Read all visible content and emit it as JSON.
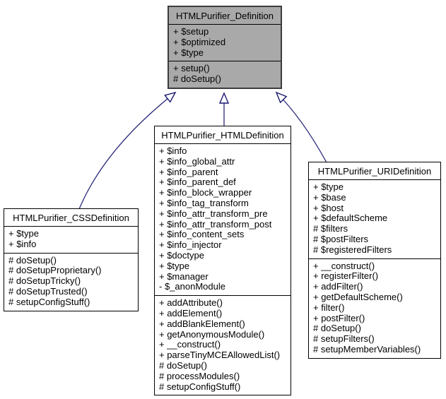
{
  "diagram": {
    "kind": "uml-class-inheritance",
    "colors": {
      "arrow": "#191970",
      "highlight_fill": "#A9A9A9",
      "highlight_border": "#3C3C3C",
      "box_fill": "#FFFFFF",
      "box_border": "#000000"
    },
    "classes": [
      {
        "name": "HTMLPurifier_Definition",
        "highlighted": true,
        "attributes": [
          "+ $setup",
          "+ $optimized",
          "+ $type"
        ],
        "methods": [
          "+ setup()",
          "# doSetup()"
        ]
      },
      {
        "name": "HTMLPurifier_CSSDefinition",
        "highlighted": false,
        "attributes": [
          "+ $type",
          "+ $info"
        ],
        "methods": [
          "# doSetup()",
          "# doSetupProprietary()",
          "# doSetupTricky()",
          "# doSetupTrusted()",
          "# setupConfigStuff()"
        ]
      },
      {
        "name": "HTMLPurifier_HTMLDefinition",
        "highlighted": false,
        "attributes": [
          "+ $info",
          "+ $info_global_attr",
          "+ $info_parent",
          "+ $info_parent_def",
          "+ $info_block_wrapper",
          "+ $info_tag_transform",
          "+ $info_attr_transform_pre",
          "+ $info_attr_transform_post",
          "+ $info_content_sets",
          "+ $info_injector",
          "+ $doctype",
          "+ $type",
          "+ $manager",
          "- $_anonModule"
        ],
        "methods": [
          "+ addAttribute()",
          "+ addElement()",
          "+ addBlankElement()",
          "+ getAnonymousModule()",
          "+ __construct()",
          "+ parseTinyMCEAllowedList()",
          "# doSetup()",
          "# processModules()",
          "# setupConfigStuff()"
        ]
      },
      {
        "name": "HTMLPurifier_URIDefinition",
        "highlighted": false,
        "attributes": [
          "+ $type",
          "+ $base",
          "+ $host",
          "+ $defaultScheme",
          "# $filters",
          "# $postFilters",
          "# $registeredFilters"
        ],
        "methods": [
          "+ __construct()",
          "+ registerFilter()",
          "+ addFilter()",
          "+ getDefaultScheme()",
          "+ filter()",
          "+ postFilter()",
          "# doSetup()",
          "# setupFilters()",
          "# setupMemberVariables()"
        ]
      }
    ],
    "relations": [
      {
        "from": "HTMLPurifier_CSSDefinition",
        "to": "HTMLPurifier_Definition",
        "type": "public-inheritance"
      },
      {
        "from": "HTMLPurifier_HTMLDefinition",
        "to": "HTMLPurifier_Definition",
        "type": "public-inheritance"
      },
      {
        "from": "HTMLPurifier_URIDefinition",
        "to": "HTMLPurifier_Definition",
        "type": "public-inheritance"
      }
    ]
  }
}
